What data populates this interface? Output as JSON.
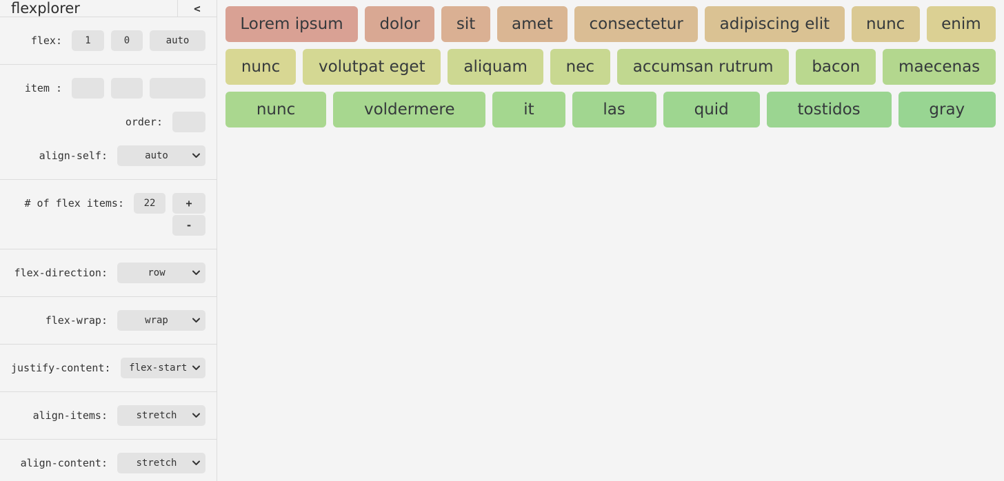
{
  "app": {
    "title": "flexplorer",
    "collapse_icon": "<"
  },
  "colors": {
    "page_bg": "#f4f4f4",
    "divider": "#dcdcdc",
    "control_bg": "#e3e3e3",
    "label_text": "#333333",
    "item_text": "#35393c"
  },
  "sidebar": {
    "flex_row": {
      "label": "flex:",
      "grow": "1",
      "shrink": "0",
      "basis": "auto"
    },
    "item_row": {
      "label": "item :",
      "grow": "",
      "shrink": "",
      "basis": ""
    },
    "order_row": {
      "label": "order:",
      "value": ""
    },
    "align_self": {
      "label": "align-self:",
      "value": "auto"
    },
    "count_row": {
      "label": "# of flex items:",
      "value": "22",
      "increment": "+",
      "decrement": "-"
    },
    "flex_direction": {
      "label": "flex-direction:",
      "value": "row"
    },
    "flex_wrap": {
      "label": "flex-wrap:",
      "value": "wrap"
    },
    "justify_content": {
      "label": "justify-content:",
      "value": "flex-start"
    },
    "align_items": {
      "label": "align-items:",
      "value": "stretch"
    },
    "align_content": {
      "label": "align-content:",
      "value": "stretch"
    }
  },
  "flex_items": [
    {
      "label": "Lorem ipsum",
      "color": "#d9a194"
    },
    {
      "label": "dolor",
      "color": "#d9a893"
    },
    {
      "label": "sit",
      "color": "#dab093"
    },
    {
      "label": "amet",
      "color": "#dab693"
    },
    {
      "label": "consectetur",
      "color": "#dabd94"
    },
    {
      "label": "adipiscing elit",
      "color": "#dac293"
    },
    {
      "label": "nunc",
      "color": "#dac993"
    },
    {
      "label": "enim",
      "color": "#dbd093"
    },
    {
      "label": "nunc",
      "color": "#d8d793"
    },
    {
      "label": "volutpat eget",
      "color": "#d4d893"
    },
    {
      "label": "aliquam",
      "color": "#cdd892"
    },
    {
      "label": "nec",
      "color": "#c8d891"
    },
    {
      "label": "accumsan rutrum",
      "color": "#c1d890"
    },
    {
      "label": "bacon",
      "color": "#bad88f"
    },
    {
      "label": "maecenas",
      "color": "#b3d78e"
    },
    {
      "label": "nunc",
      "color": "#aad78f"
    },
    {
      "label": "voldermere",
      "color": "#a7d78f"
    },
    {
      "label": "it",
      "color": "#a4d78f"
    },
    {
      "label": "las",
      "color": "#a1d690"
    },
    {
      "label": "quid",
      "color": "#9ed690"
    },
    {
      "label": "tostidos",
      "color": "#9bd591"
    },
    {
      "label": "gray",
      "color": "#98d592"
    }
  ]
}
